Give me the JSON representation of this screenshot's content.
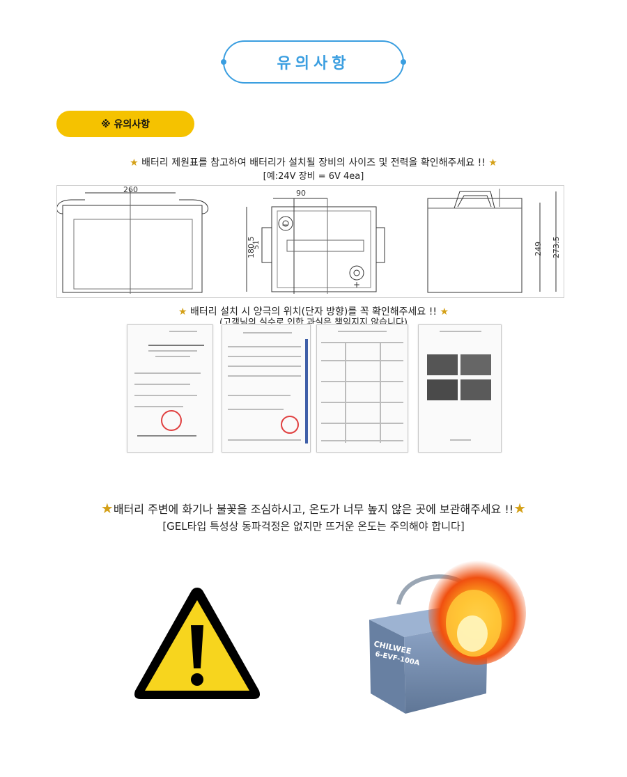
{
  "header": {
    "title": "유의사항"
  },
  "notice": {
    "badge": "※ 유의사항"
  },
  "section1": {
    "line1": "배터리 제원표를 참고하여 배터리가 설치될 장비의 사이즈 및 전력을 확인해주세요 !!",
    "line2": "[예:24V 장비 = 6V 4ea]"
  },
  "dimensions": {
    "front_width": "260",
    "top_offset": "90",
    "top_height": "180.5",
    "top_small": "51",
    "side_height_inner": "249",
    "side_height_outer": "273.5"
  },
  "section2": {
    "line1": "배터리 설치 시 양극의 위치(단자 방향)를 꼭 확인해주세요 !!",
    "line2": "(고객님의 실수로 인한 과실은 책임지지 않습니다)"
  },
  "section3": {
    "line1": "배터리 주변에 화기나 불꽃을 조심하시고, 온도가 너무 높지 않은 곳에 보관해주세요 !!",
    "line2": "[GEL타입 특성상 동파걱정은 없지만 뜨거운 온도는 주의해야 합니다]"
  },
  "battery": {
    "brand": "CHILWEE",
    "model": "6-EVF-100A"
  },
  "colors": {
    "accent_blue": "#3a9ee0",
    "badge_yellow": "#f5c200",
    "star_gold": "#d4a017",
    "warning_yellow": "#f7d51e"
  },
  "icons": {
    "star": "star-icon",
    "warning": "warning-triangle-icon",
    "battery": "battery-fire-image"
  }
}
